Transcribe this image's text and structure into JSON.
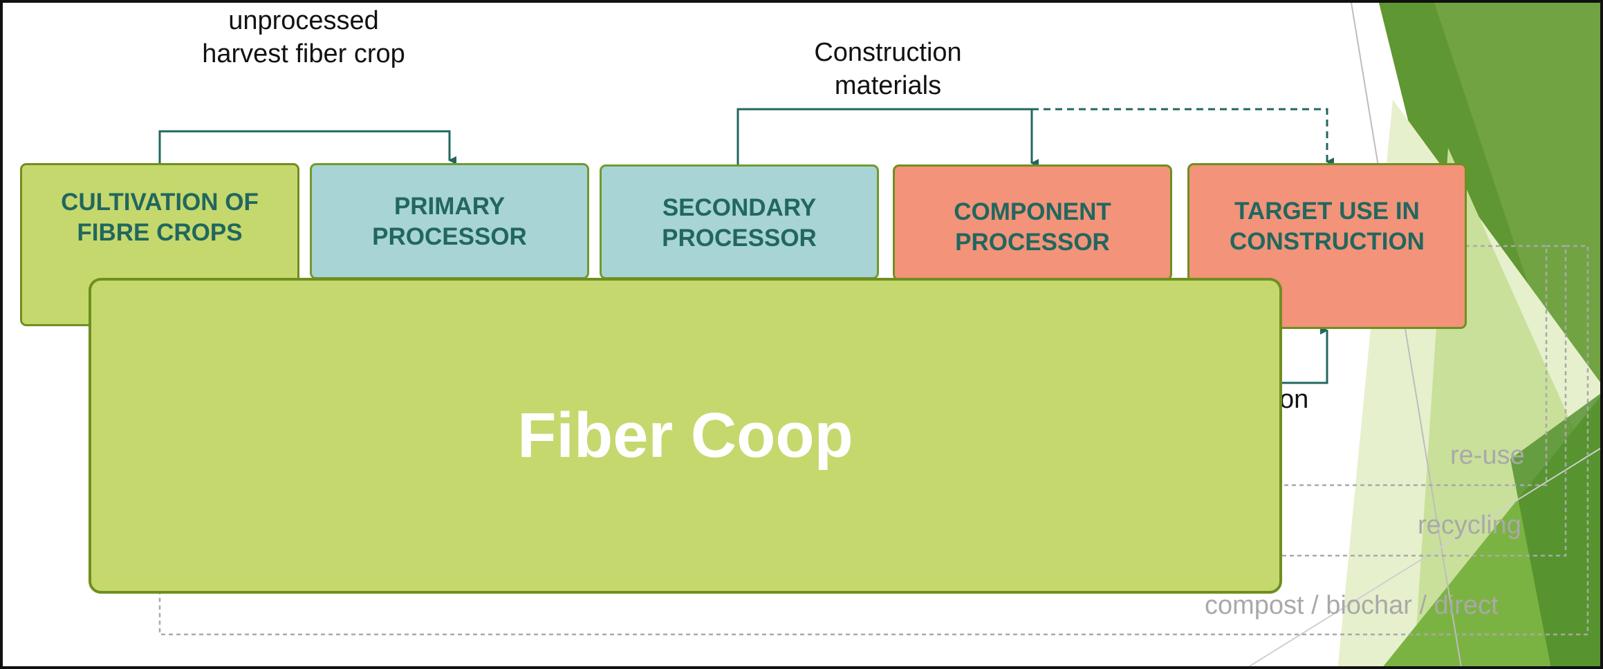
{
  "boxes": [
    {
      "id": "cultivation",
      "label": "CULTIVATION OF\nFIBRE CROPS"
    },
    {
      "id": "primary",
      "label": "PRIMARY\nPROCESSOR"
    },
    {
      "id": "secondary",
      "label": "SECONDARY\nPROCESSOR"
    },
    {
      "id": "component",
      "label": "COMPONENT\nPROCESSOR"
    },
    {
      "id": "target",
      "label": "TARGET USE IN\nCONSTRUCTION"
    }
  ],
  "labels": {
    "unprocessed": "unprocessed\nharvest fiber crop",
    "construction": "Construction\nmaterials",
    "partial": "on"
  },
  "coop": {
    "label": "Fiber Coop"
  },
  "loops": {
    "reuse": "re-use",
    "recycling": "recycling",
    "compost": "compost / biochar / direct"
  },
  "colors": {
    "green_box": "#c5d86d",
    "teal_box": "#a8d4d6",
    "salmon_box": "#f2937a",
    "box_text": "#21675e",
    "arrow": "#21675e",
    "loop_line": "#a9a9a9",
    "coop_text": "#ffffff"
  }
}
